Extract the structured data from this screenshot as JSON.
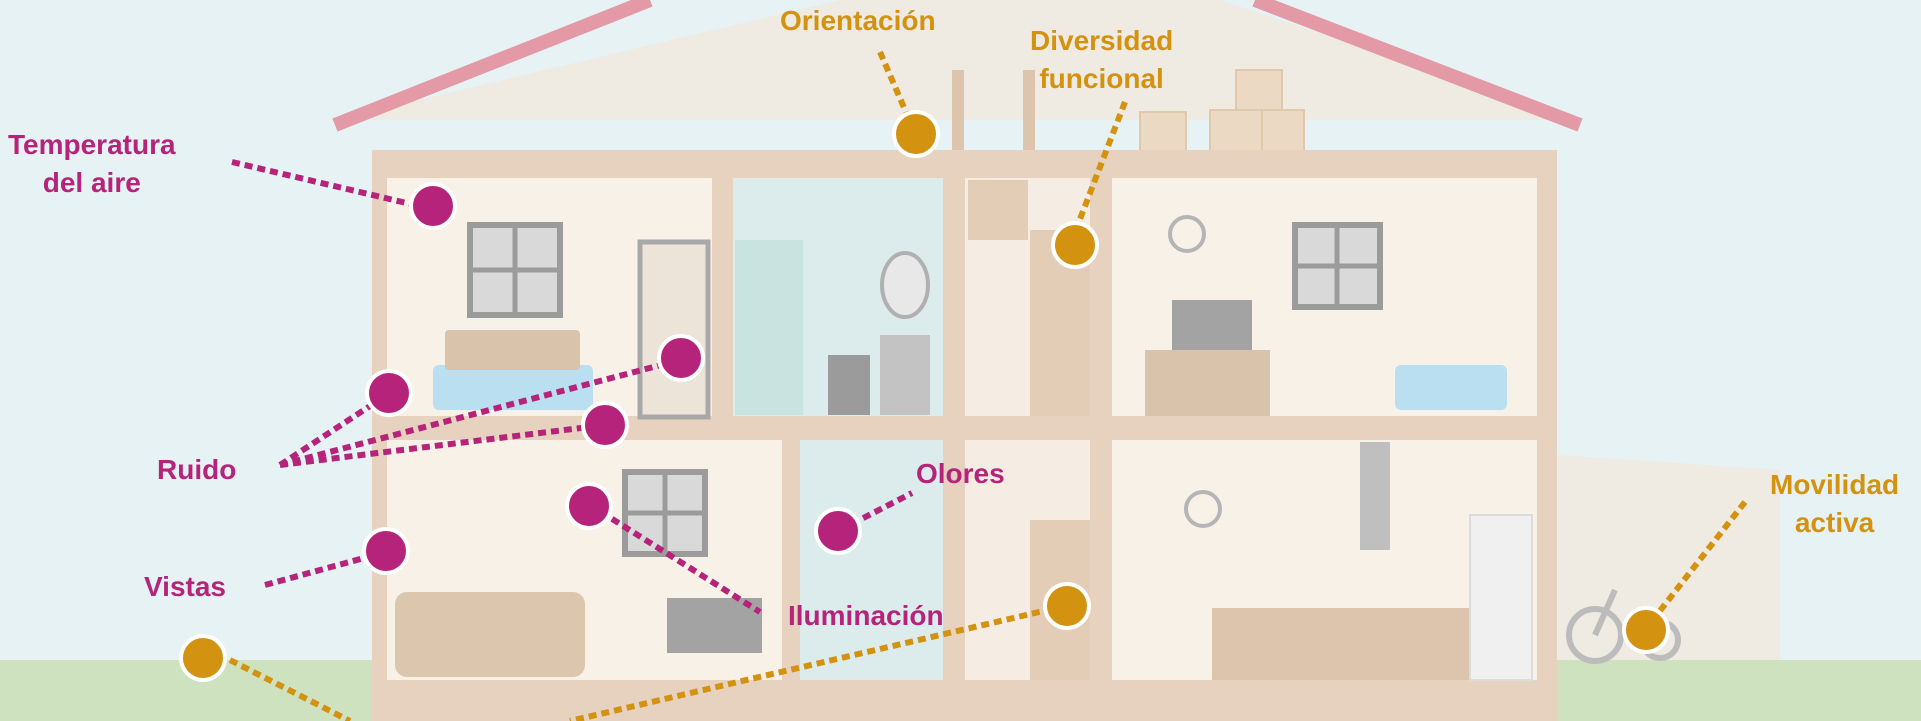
{
  "colors": {
    "magenta": "#b5247a",
    "amber": "#d39210",
    "sky": "#e6f2f3",
    "grass": "#cfe2bf",
    "house_frame": "#e6d2bf",
    "wall": "#f7f1e8"
  },
  "labels": {
    "orientacion": "Orientación",
    "diversidad_l1": "Diversidad",
    "diversidad_l2": "funcional",
    "temperatura_l1": "Temperatura",
    "temperatura_l2": "del aire",
    "ruido": "Ruido",
    "olores": "Olores",
    "vistas": "Vistas",
    "iluminacion": "Iluminación",
    "movilidad_l1": "Movilidad",
    "movilidad_l2": "activa"
  }
}
